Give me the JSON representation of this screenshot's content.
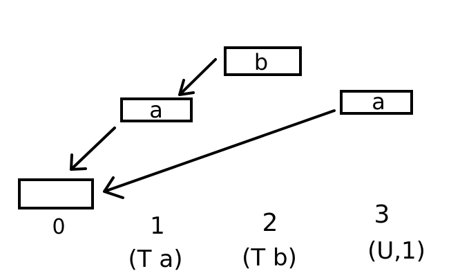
{
  "nodes": {
    "node_0": {
      "label": ""
    },
    "node_1": {
      "label": "a"
    },
    "node_2": {
      "label": "b"
    },
    "node_3": {
      "label": "a"
    }
  },
  "indices": [
    "0",
    "1",
    "2",
    "3"
  ],
  "annotations": [
    "(T a)",
    "(T b)",
    "(U,1)"
  ],
  "edges": [
    {
      "from": "node_2",
      "to": "node_1"
    },
    {
      "from": "node_1",
      "to": "node_0"
    },
    {
      "from": "node_3",
      "to": "node_0"
    }
  ],
  "colors": {
    "ink": "#000000",
    "background": "#ffffff"
  }
}
